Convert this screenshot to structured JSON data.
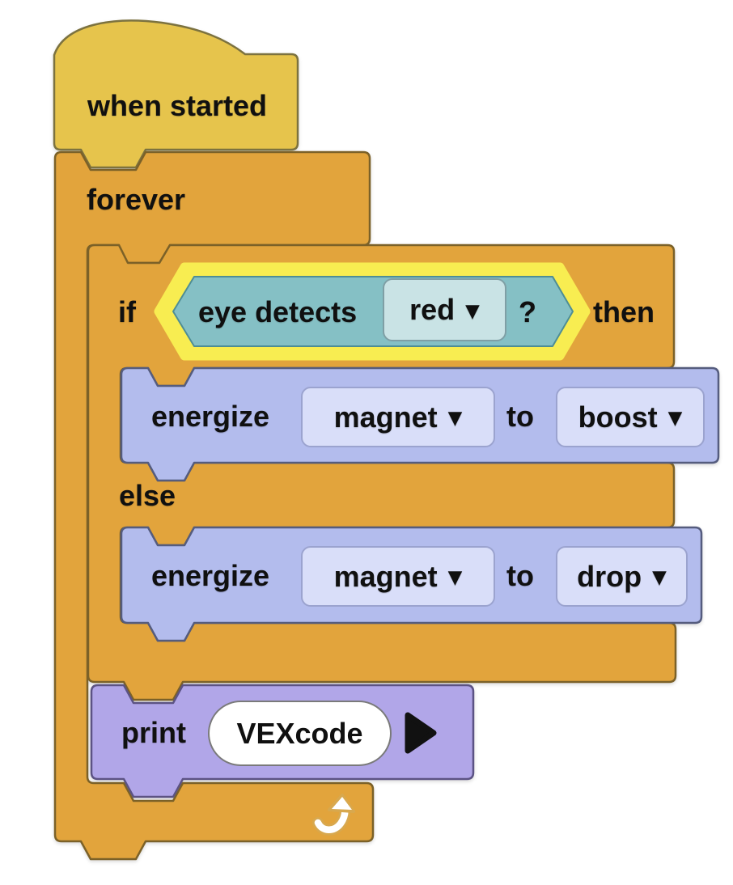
{
  "workspace": {
    "description": "VEXcode block programming canvas"
  },
  "colors": {
    "hat_fill": "#e6c44c",
    "hat_stroke": "#7c723f",
    "control_fill": "#e2a43c",
    "control_stroke": "#7b6128",
    "magnet_fill": "#b3bced",
    "magnet_stroke": "#555c7e",
    "magnet_dropdown_fill": "#d9def9",
    "magnet_dropdown_stroke": "#9ba3cf",
    "looks_fill": "#b1a6e8",
    "looks_stroke": "#5c5384",
    "sensing_fill": "#85c0c5",
    "sensing_stroke": "#4e8d95",
    "sensing_dropdown_fill": "#c9e3e5",
    "sensing_dropdown_stroke": "#7f9fa5",
    "condition_glow": "#f8ed51",
    "text": "#101010",
    "white": "#ffffff"
  },
  "blocks": {
    "when_started": {
      "label": "when started"
    },
    "forever": {
      "label": "forever"
    },
    "if_else": {
      "if_label": "if",
      "then_label": "then",
      "else_label": "else"
    },
    "condition": {
      "label": "eye detects",
      "selected": "red",
      "question": "?"
    },
    "energize_boost": {
      "verb": "energize",
      "device": "magnet",
      "to": "to",
      "mode": "boost"
    },
    "energize_drop": {
      "verb": "energize",
      "device": "magnet",
      "to": "to",
      "mode": "drop"
    },
    "print": {
      "verb": "print",
      "value": "VEXcode"
    }
  },
  "icons": {
    "dropdown_caret": "▼"
  }
}
